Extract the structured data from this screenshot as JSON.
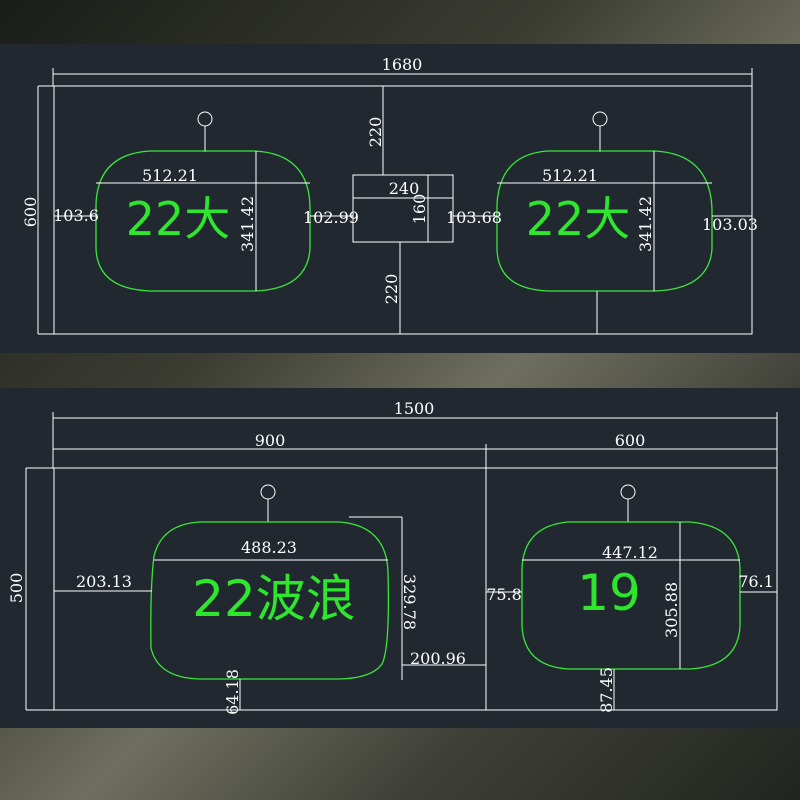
{
  "top_drawing": {
    "overall_width": "1680",
    "height": "600",
    "center_top": "220",
    "center_bottom": "220",
    "box_width": "240",
    "box_height": "160",
    "left_basin": {
      "width": "512.21",
      "depth": "341.42",
      "left_gap": "103.6",
      "right_gap": "102.99",
      "label": "22大"
    },
    "right_basin": {
      "width": "512.21",
      "depth": "341.42",
      "left_gap": "103.68",
      "right_gap": "103.03",
      "label": "22大"
    }
  },
  "bottom_drawing": {
    "overall_width": "1500",
    "left_section": "900",
    "right_section": "600",
    "height": "500",
    "left_basin": {
      "width": "488.23",
      "depth": "329.78",
      "left_gap": "203.13",
      "right_gap": "200.96",
      "bottom_gap": "64.18",
      "label": "22波浪"
    },
    "right_basin": {
      "width": "447.12",
      "depth": "305.88",
      "left_gap": "75.8",
      "right_gap": "76.1",
      "bottom_gap": "87.45",
      "label": "19"
    }
  },
  "colors": {
    "panel": "#212830",
    "outline": "#39e639",
    "label": "#2ee62e",
    "dimension": "#ffffff"
  }
}
